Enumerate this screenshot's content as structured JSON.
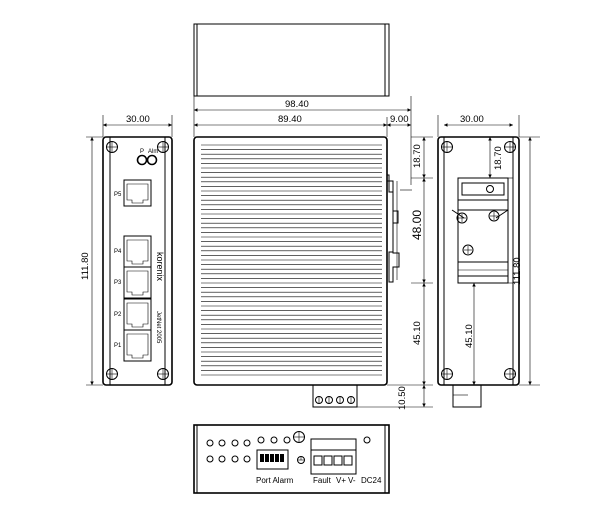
{
  "dimensions": {
    "front_width": "30.00",
    "total_depth": "98.40",
    "body_depth": "89.40",
    "rail_depth": "9.00",
    "height": "111.80",
    "top_offset": "18.70",
    "rail_height": "48.00",
    "lower_offset": "45.10",
    "connector_offset": "10.50",
    "side_width": "30.00",
    "side_top_offset": "18.70",
    "side_height": "111.80",
    "side_lower_offset": "45.10"
  },
  "front_panel": {
    "led_p": "P",
    "led_alm": "Alm",
    "ports": [
      "P5",
      "P4",
      "P3",
      "P2",
      "P1"
    ],
    "brand": "korenix",
    "model": "JetNet 2005"
  },
  "bottom_panel": {
    "port_alarm": "Port Alarm",
    "fault": "Fault",
    "vplus": "V+",
    "vminus": "V-",
    "dc24": "DC24"
  }
}
